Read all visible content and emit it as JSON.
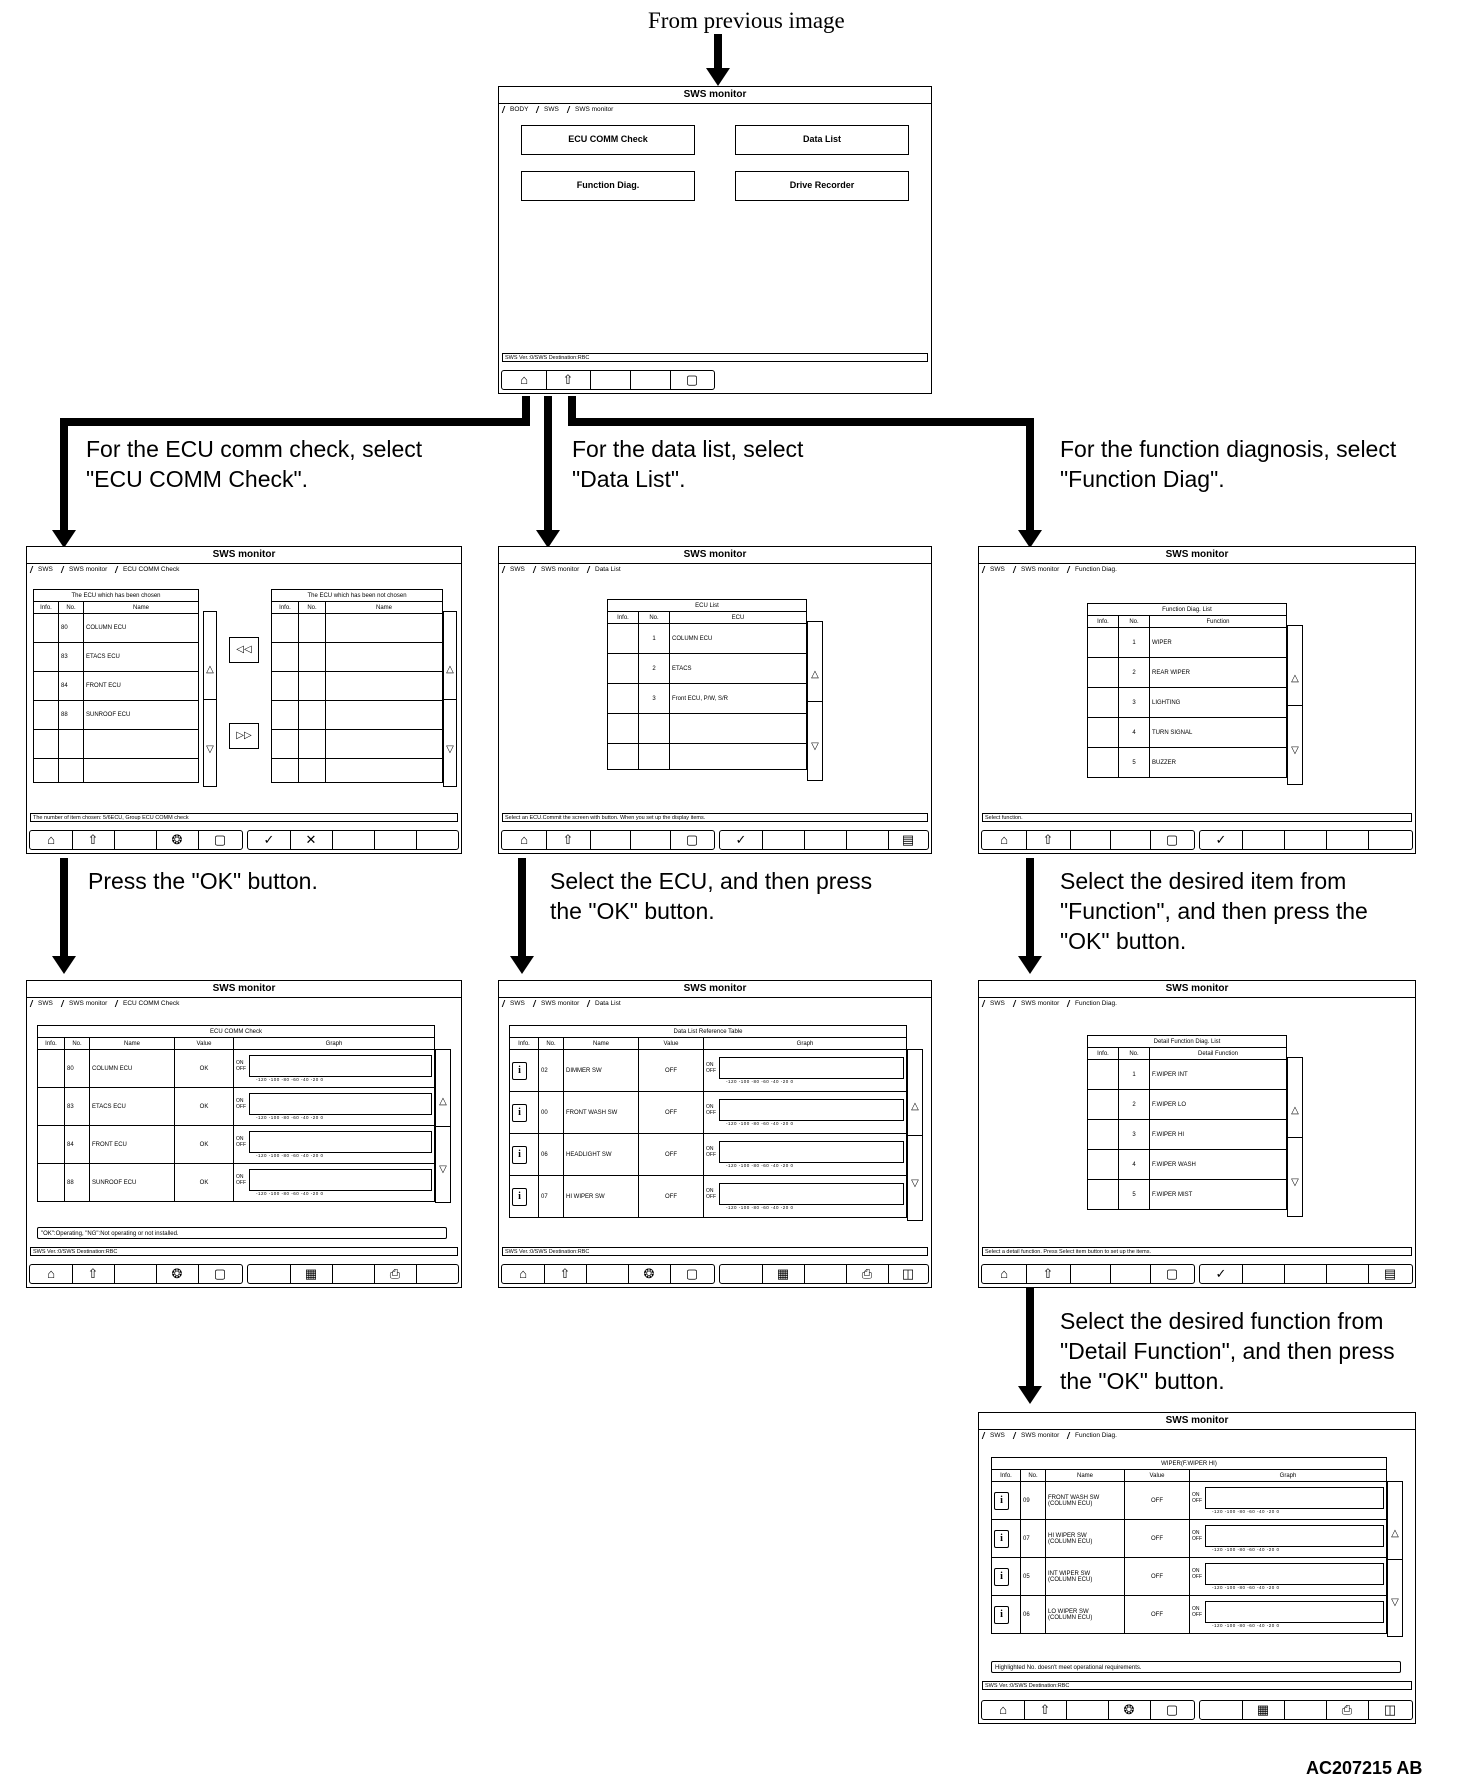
{
  "flow": {
    "from_previous": "From previous image",
    "label_ecu": [
      "For the ECU comm check, select",
      "\"ECU COMM Check\"."
    ],
    "label_datalist": [
      "For the data list, select",
      "\"Data List\"."
    ],
    "label_func": [
      "For the function diagnosis, select",
      "\"Function Diag\"."
    ],
    "label_ok": "Press the \"OK\" button.",
    "label_select_ecu": [
      "Select the ECU, and then press",
      "the \"OK\" button."
    ],
    "label_select_func": [
      "Select the desired item from",
      "\"Function\", and then press the",
      "\"OK\" button."
    ],
    "label_select_detail": [
      "Select the desired function from",
      "\"Detail Function\", and then press",
      "the \"OK\" button."
    ],
    "figure_code": "AC207215 AB"
  },
  "common": {
    "title": "SWS monitor",
    "crumb_sws": "SWS",
    "crumb_monitor": "SWS monitor",
    "ok_icon": "✓",
    "cancel_icon": "✕"
  },
  "top": {
    "crumbs": [
      "BODY",
      "SWS",
      "SWS monitor"
    ],
    "buttons": [
      "ECU COMM Check",
      "Data List",
      "Function Diag.",
      "Drive Recorder"
    ],
    "status": "SWS Ver.:0/SWS Destination:RBC"
  },
  "ecu_select": {
    "crumb3": "ECU COMM Check",
    "left_title": "The ECU which has been chosen",
    "right_title": "The ECU which has been not chosen",
    "headers": [
      "Info.",
      "No.",
      "Name"
    ],
    "rows": [
      [
        "80",
        "COLUMN ECU"
      ],
      [
        "83",
        "ETACS ECU"
      ],
      [
        "84",
        "FRONT ECU"
      ],
      [
        "88",
        "SUNROOF ECU"
      ]
    ],
    "status": "The number of item chosen: 5/6ECU, Group ECU COMM check"
  },
  "datalist_select": {
    "crumb3": "Data List",
    "table_title": "ECU List",
    "headers": [
      "Info.",
      "No.",
      "ECU"
    ],
    "rows": [
      [
        "1",
        "COLUMN ECU"
      ],
      [
        "2",
        "ETACS"
      ],
      [
        "3",
        "Front ECU, P/W, S/R"
      ]
    ],
    "status": "Select an ECU.Commit the screen with button. When you set up the display items."
  },
  "func_select": {
    "crumb3": "Function Diag.",
    "table_title": "Function Diag. List",
    "headers": [
      "Info.",
      "No.",
      "Function"
    ],
    "rows": [
      [
        "1",
        "WIPER"
      ],
      [
        "2",
        "REAR WIPER"
      ],
      [
        "3",
        "LIGHTING"
      ],
      [
        "4",
        "TURN SIGNAL"
      ],
      [
        "5",
        "BUZZER"
      ]
    ],
    "status": "Select function."
  },
  "ecu_check": {
    "crumb3": "ECU COMM Check",
    "table_title": "ECU COMM Check",
    "headers": [
      "Info.",
      "No.",
      "Name",
      "Value",
      "Graph"
    ],
    "rows": [
      [
        "80",
        "COLUMN ECU",
        "OK"
      ],
      [
        "83",
        "ETACS ECU",
        "OK"
      ],
      [
        "84",
        "FRONT ECU",
        "OK"
      ],
      [
        "88",
        "SUNROOF ECU",
        "OK"
      ]
    ],
    "on": "ON",
    "off": "OFF",
    "scale": "-120  -100  -80  -60  -40  -20  0",
    "note": "\"OK\":Operating, \"NG\":Not operating or not installed.",
    "status": "SWS Ver.:0/SWS Destination:RBC"
  },
  "datalist_ref": {
    "crumb3": "Data List",
    "table_title": "Data List Reference Table",
    "headers": [
      "Info.",
      "No.",
      "Name",
      "Value",
      "Graph"
    ],
    "rows": [
      [
        "02",
        "DIMMER SW",
        "OFF"
      ],
      [
        "00",
        "FRONT WASH SW",
        "OFF"
      ],
      [
        "06",
        "HEADLIGHT SW",
        "OFF"
      ],
      [
        "07",
        "HI WIPER SW",
        "OFF"
      ]
    ],
    "status": "SWS Ver.:0/SWS Destination:RBC"
  },
  "detail_select": {
    "crumb3": "Function Diag.",
    "table_title": "Detail Function Diag. List",
    "headers": [
      "Info.",
      "No.",
      "Detail Function"
    ],
    "rows": [
      [
        "1",
        "F.WIPER INT"
      ],
      [
        "2",
        "F.WIPER LO"
      ],
      [
        "3",
        "F.WIPER HI"
      ],
      [
        "4",
        "F.WIPER WASH"
      ],
      [
        "5",
        "F.WIPER MIST"
      ]
    ],
    "status": "Select a detail function. Press Select item button to set up the items."
  },
  "detail_result": {
    "crumb3": "Function Diag.",
    "table_title": "WIPER(F.WIPER HI)",
    "headers": [
      "Info.",
      "No.",
      "Name",
      "Value",
      "Graph"
    ],
    "rows": [
      [
        "09",
        "FRONT WASH SW",
        "(COLUMN ECU)",
        "OFF"
      ],
      [
        "07",
        "HI WIPER SW",
        "(COLUMN ECU)",
        "OFF"
      ],
      [
        "05",
        "INT WIPER SW",
        "(COLUMN ECU)",
        "OFF"
      ],
      [
        "06",
        "LO WIPER SW",
        "(COLUMN ECU)",
        "OFF"
      ]
    ],
    "note": "Highlighted No. doesn't meet operational requirements.",
    "status": "SWS Ver.:0/SWS Destination:RBC"
  }
}
